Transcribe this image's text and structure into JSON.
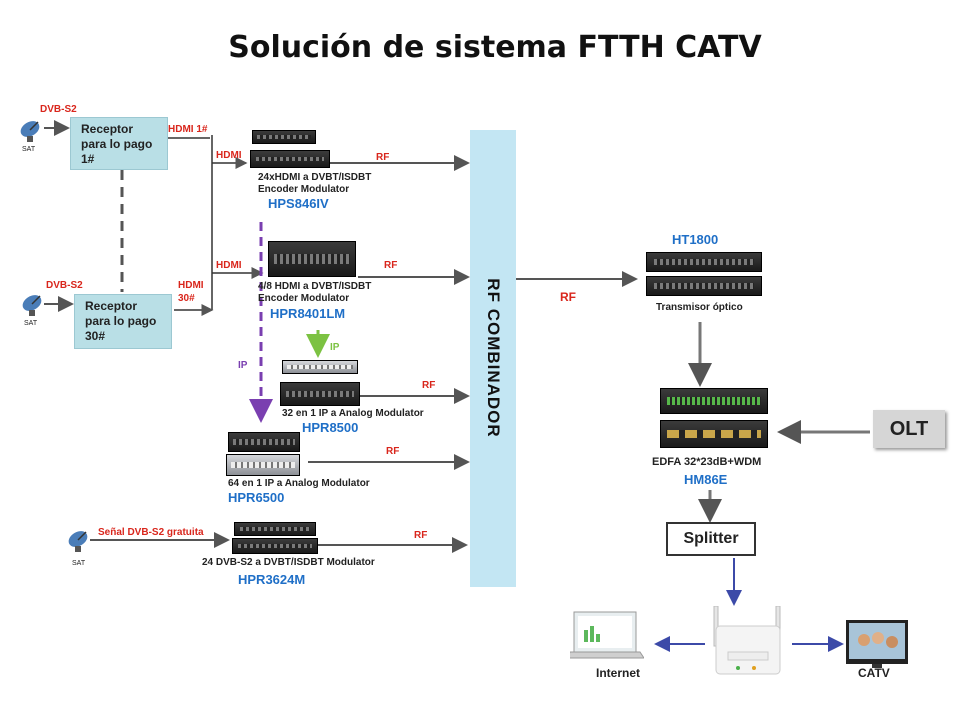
{
  "title": "Solución de sistema FTTH CATV",
  "sources": {
    "dvb_s2_1": "DVB-S2",
    "dvb_s2_2": "DVB-S2",
    "sat_1": "SAT",
    "sat_2": "SAT",
    "sat_3": "SAT",
    "free_dvb_s2": "Señal DVB-S2 gratuita"
  },
  "receivers": {
    "r1_line1": "Receptor",
    "r1_line2": "para lo pago",
    "r1_line3": "1#",
    "r30_line1": "Receptor",
    "r30_line2": "para lo pago",
    "r30_line3": "30#"
  },
  "links": {
    "hdmi_1": "HDMI 1#",
    "hdmi_a": "HDMI",
    "hdmi_b": "HDMI",
    "hdmi_30a": "HDMI",
    "hdmi_30b": "30#",
    "rf_1": "RF",
    "rf_2": "RF",
    "rf_3": "RF",
    "rf_4": "RF",
    "rf_5": "RF",
    "rf_main": "RF",
    "ip_purple": "IP",
    "ip_green": "IP"
  },
  "devices": {
    "hps_desc1": "24xHDMI a DVBT/ISDBT",
    "hps_desc2": "Encoder Modulator",
    "hps_model": "HPS846IV",
    "hpr8401_desc1": "4/8 HDMI a DVBT/ISDBT",
    "hpr8401_desc2": "Encoder Modulator",
    "hpr8401_model": "HPR8401LM",
    "hpr8500_desc": "32 en 1 IP a Analog Modulator",
    "hpr8500_model": "HPR8500",
    "hpr6500_desc": "64 en 1 IP a Analog Modulator",
    "hpr6500_model": "HPR6500",
    "hpr3624_desc": "24 DVB-S2 a DVBT/ISDBT Modulator",
    "hpr3624_model": "HPR3624M",
    "ht1800_model": "HT1800",
    "ht1800_desc": "Transmisor óptico",
    "edfa_desc": "EDFA 32*23dB+WDM",
    "edfa_model": "HM86E"
  },
  "combiner_label": "RF COMBINADOR",
  "olt": "OLT",
  "splitter": "Splitter",
  "outputs": {
    "internet": "Internet",
    "catv": "CATV"
  }
}
